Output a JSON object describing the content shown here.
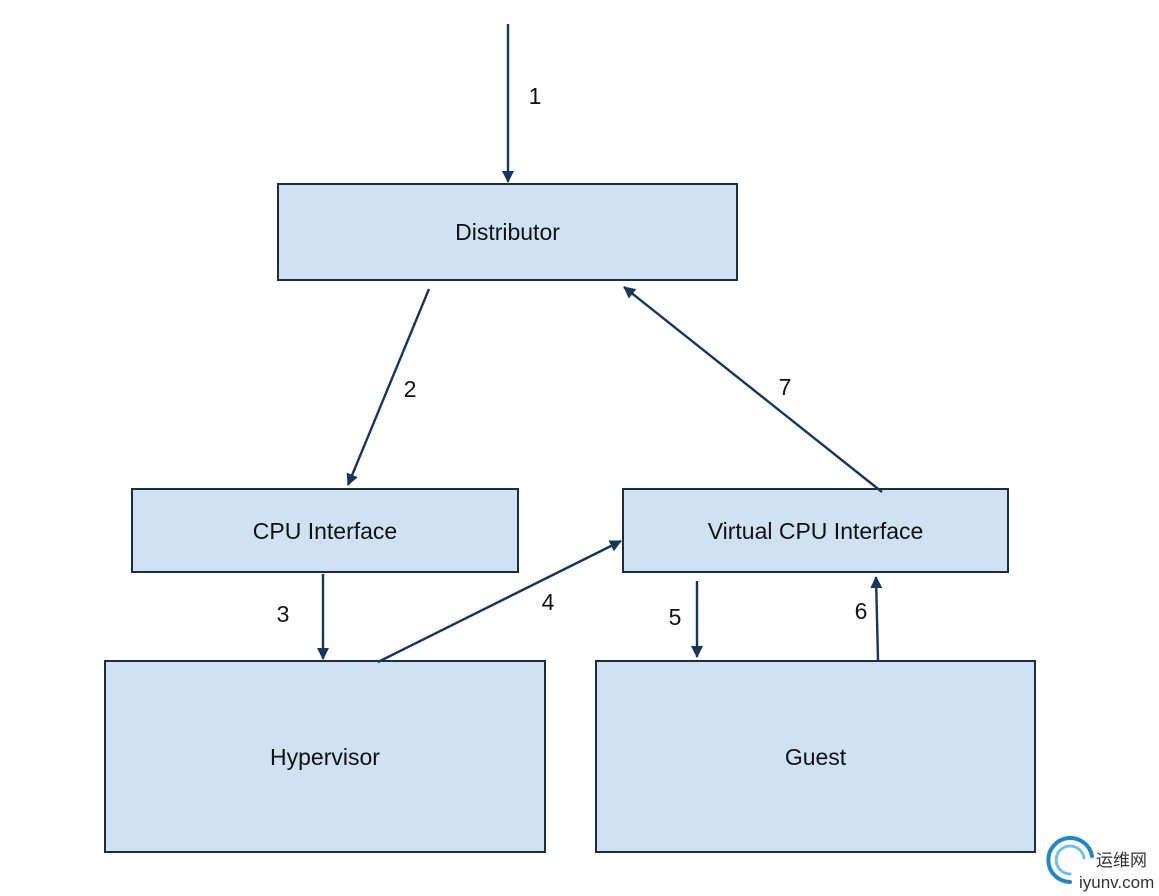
{
  "boxes": {
    "distributor": "Distributor",
    "cpu_interface": "CPU Interface",
    "virtual_cpu_interface": "Virtual CPU Interface",
    "hypervisor": "Hypervisor",
    "guest": "Guest"
  },
  "arrows": {
    "a1": "1",
    "a2": "2",
    "a3": "3",
    "a4": "4",
    "a5": "5",
    "a6": "6",
    "a7": "7"
  },
  "watermark": {
    "chinese": "运维网",
    "site": "iyunv.com"
  },
  "colors": {
    "box_fill": "#cfe2f3",
    "box_stroke": "#1f2c3a",
    "arrow": "#17365d",
    "watermark_accent": "#1e88c8"
  }
}
